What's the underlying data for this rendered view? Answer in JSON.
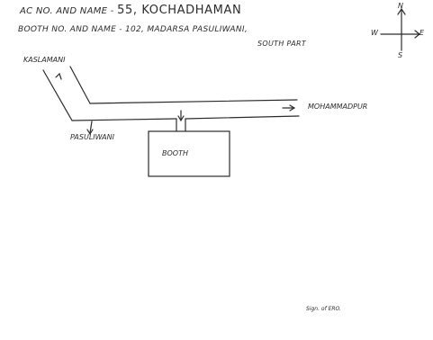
{
  "header": {
    "ac_label": "AC NO. AND NAME -",
    "ac_value": "55, KOCHADHAMAN",
    "booth_label": "BOOTH NO. AND NAME -",
    "booth_value": "102, MADARSA PASULIWANI,",
    "booth_part": "SOUTH PART"
  },
  "compass": {
    "north": "N",
    "south": "S",
    "west": "W",
    "east": "E"
  },
  "places": {
    "kaslamani": "KASLAMANI",
    "mohammadpur": "MOHAMMADPUR",
    "pasuliwani": "PASULIWANI"
  },
  "booth": {
    "label": "BOOTH"
  },
  "footer": {
    "signature": "Sign. of ERO."
  },
  "colors": {
    "ink": "#2b2b2b",
    "background": "#ffffff"
  }
}
